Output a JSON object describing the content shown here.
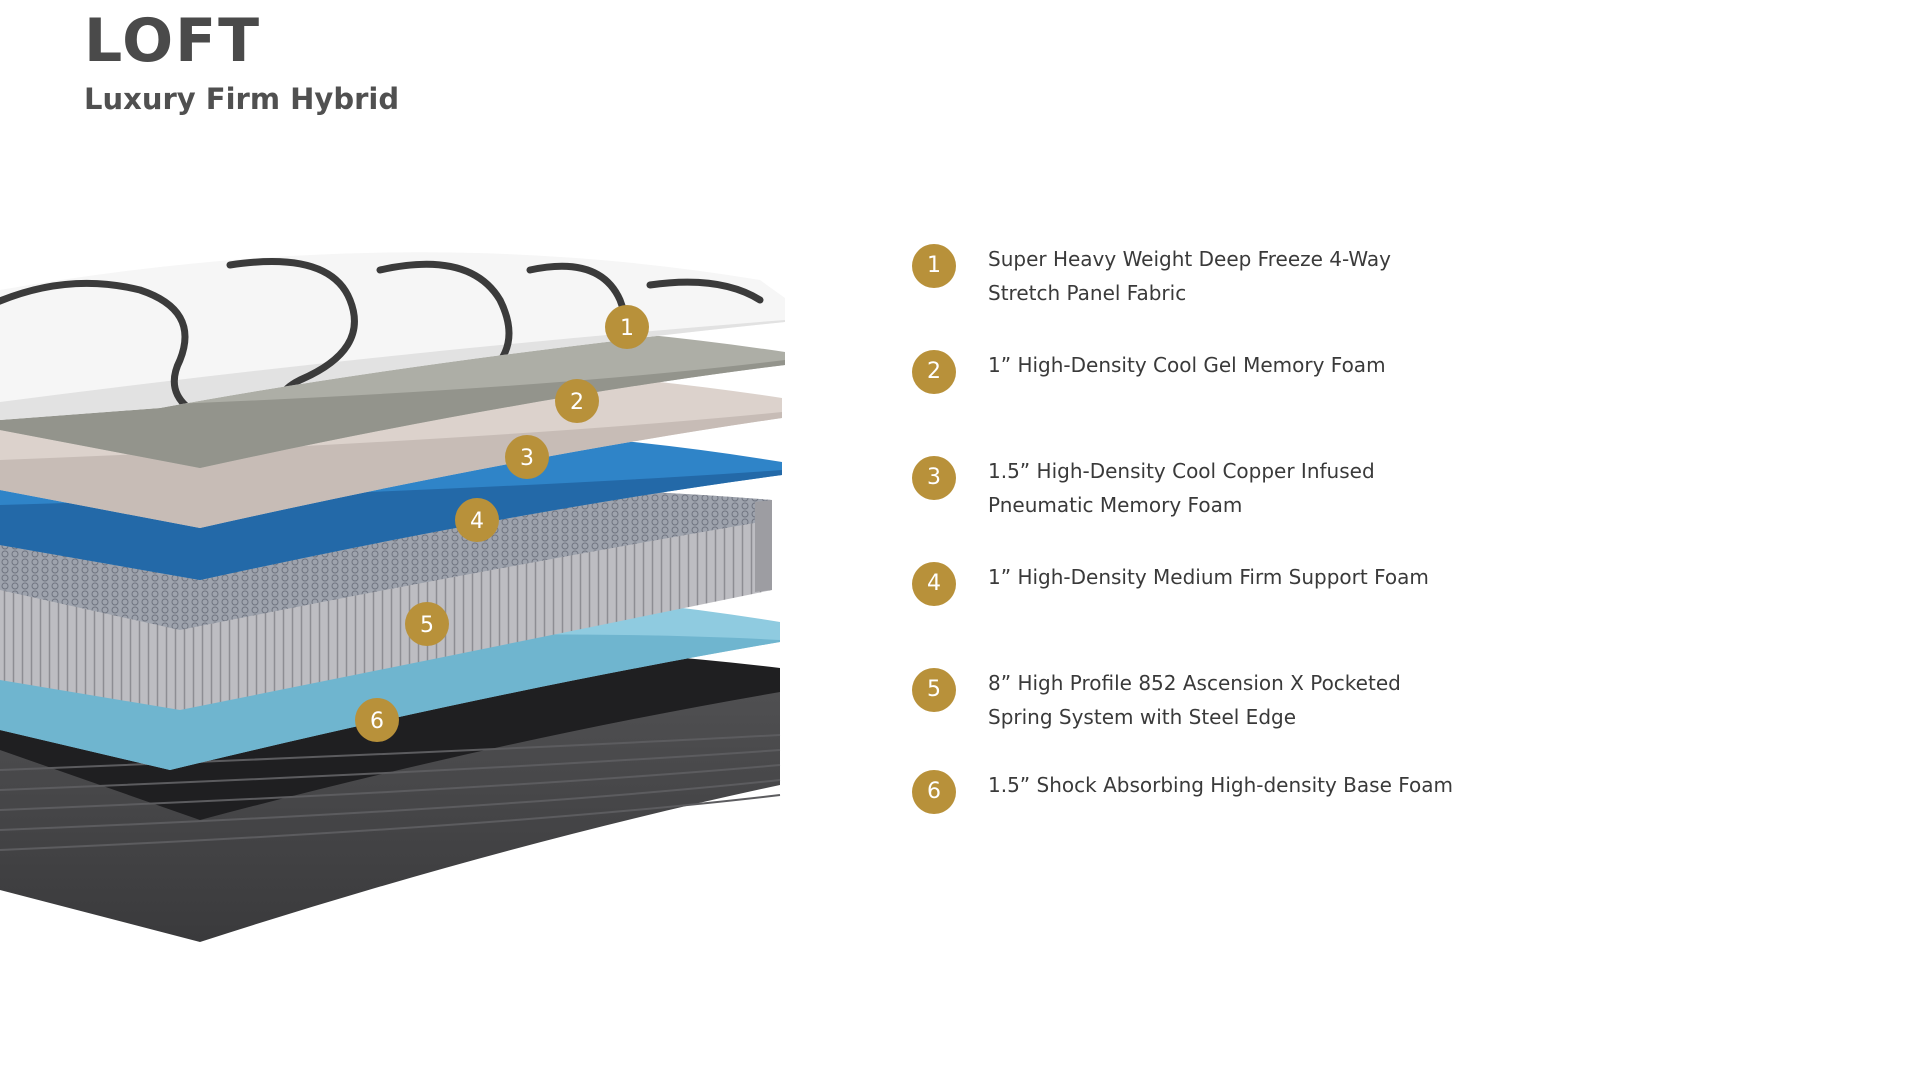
{
  "header": {
    "title": "LOFT",
    "subtitle": "Luxury Firm Hybrid"
  },
  "colors": {
    "badge": "#b8913a",
    "fabric": "#f5f5f5",
    "gel_foam": "#a9aaa2",
    "copper_foam": "#d9cfc9",
    "support_foam": "#2f7fc4",
    "springs": "#c9c9cc",
    "base_foam": "#7fc2da",
    "base": "#444446"
  },
  "diagram": {
    "labels": [
      {
        "number": "1",
        "icon": "number-badge-icon"
      },
      {
        "number": "2",
        "icon": "number-badge-icon"
      },
      {
        "number": "3",
        "icon": "number-badge-icon"
      },
      {
        "number": "4",
        "icon": "number-badge-icon"
      },
      {
        "number": "5",
        "icon": "number-badge-icon"
      },
      {
        "number": "6",
        "icon": "number-badge-icon"
      }
    ]
  },
  "legend": {
    "items": [
      {
        "number": "1",
        "text": "Super Heavy Weight Deep Freeze 4-Way\nStretch Panel Fabric"
      },
      {
        "number": "2",
        "text": "1” High-Density Cool Gel Memory Foam"
      },
      {
        "number": "3",
        "text": "1.5” High-Density Cool Copper Infused\nPneumatic Memory Foam"
      },
      {
        "number": "4",
        "text": "1” High-Density Medium Firm Support Foam"
      },
      {
        "number": "5",
        "text": "8” High Profile 852 Ascension X Pocketed\nSpring System with Steel Edge"
      },
      {
        "number": "6",
        "text": "1.5” Shock Absorbing High-density Base Foam"
      }
    ]
  }
}
